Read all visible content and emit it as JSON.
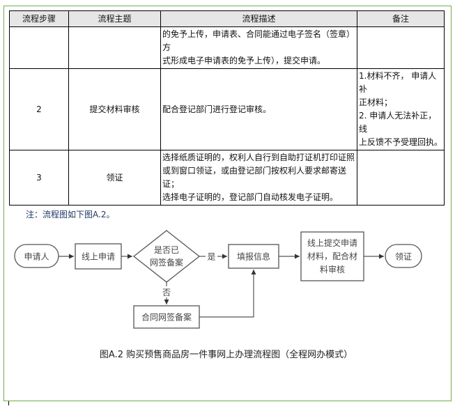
{
  "table": {
    "headers": [
      "流程步骤",
      "流程主题",
      "流程描述",
      "备注"
    ],
    "rows": [
      {
        "step": "",
        "topic": "",
        "description": [
          "的免予上传，申请表、合同能通过电子签名（签章）方",
          "式形成电子申请表的免予上传），提交申请。"
        ],
        "notes": []
      },
      {
        "step": "2",
        "topic": "提交材料审核",
        "description": [
          "配合登记部门进行登记审核。"
        ],
        "notes": [
          "1.材料不齐， 申请人补",
          "正材料；",
          "2. 申请人无法补正，线",
          "上反馈不予受理回执。"
        ]
      },
      {
        "step": "3",
        "topic": "领证",
        "description": [
          "选择纸质证明的，权利人自行到自助打证机打印证照",
          "或到窗口领证，或由登记部门按权利人要求邮寄送证；",
          "选择电子证明的，登记部门自动核发电子证明。"
        ],
        "notes": []
      }
    ]
  },
  "footnote": "注：流程图如下图A.2。",
  "flowchart": {
    "nodes": {
      "applicant": "申请人",
      "online_apply": "线上申请",
      "decision": [
        "是否已",
        "网签备案"
      ],
      "fill_info": "填报信息",
      "submit": [
        "线上提交申请",
        "材料，配合材",
        "料审核"
      ],
      "collect": "领证",
      "contract_filing": "合同网签备案"
    },
    "edge_labels": {
      "yes": "是",
      "no": "否"
    }
  },
  "caption": "图A.2 购买预售商品房一件事网上办理流程图（全程网办模式）",
  "colors": {
    "frame": "#70ad47",
    "header_bg": "#e7e6e6",
    "flow_stroke": "#555555"
  }
}
